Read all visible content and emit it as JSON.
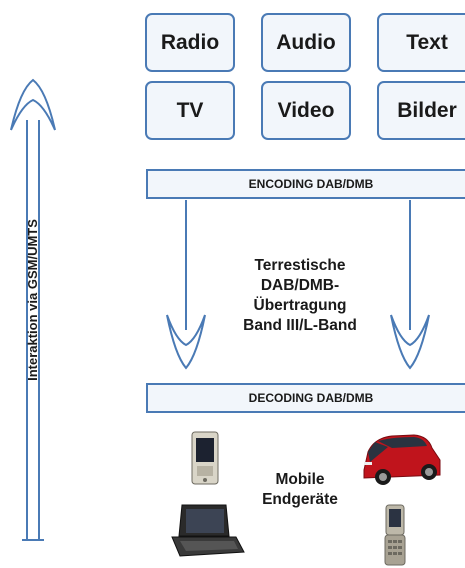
{
  "media_boxes": [
    "Radio",
    "Audio",
    "Text",
    "TV",
    "Video",
    "Bilder"
  ],
  "encoding_label": "ENCODING DAB/DMB",
  "decoding_label": "DECODING DAB/DMB",
  "transmission_label": [
    "Terrestische",
    "DAB/DMB-",
    "Übertragung",
    "Band III/L-Band"
  ],
  "interaction_label": "Interaktion via GSM/UMTS",
  "devices_label": [
    "Mobile",
    "Endgeräte"
  ],
  "colors": {
    "border": "#4a7ab5",
    "fill": "#f2f6fb",
    "car": "#c0141c"
  },
  "devices_icons": [
    "pda-icon",
    "car-icon",
    "laptop-icon",
    "mobile-phone-icon"
  ]
}
